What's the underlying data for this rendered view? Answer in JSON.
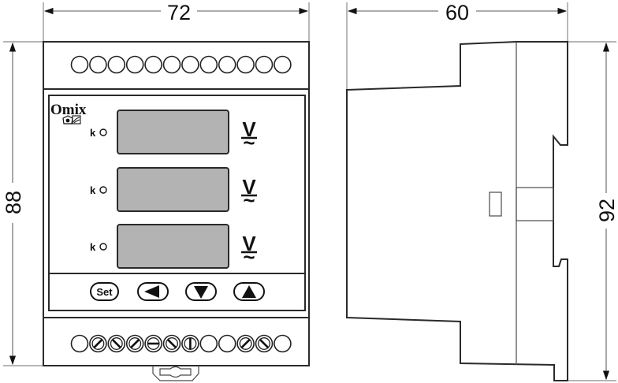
{
  "drawing": {
    "title": "Omix 3-channel voltmeter — dimensional drawing",
    "front_view": {
      "width_dim_label": "72",
      "height_dim_label": "88",
      "brand": "Omix",
      "cert_icons": [
        "ce-mark-icon",
        "eac-mark-icon"
      ],
      "channels": [
        {
          "indicator_label": "k",
          "unit": "V",
          "unit_sub": "~"
        },
        {
          "indicator_label": "k",
          "unit": "V",
          "unit_sub": "~"
        },
        {
          "indicator_label": "k",
          "unit": "V",
          "unit_sub": "~"
        }
      ],
      "buttons": [
        {
          "label": "Set",
          "icon": "set"
        },
        {
          "label": "",
          "icon": "arrow-left-icon"
        },
        {
          "label": "",
          "icon": "arrow-down-icon"
        },
        {
          "label": "",
          "icon": "arrow-up-icon"
        }
      ],
      "top_terminals": [
        "empty",
        "empty",
        "empty",
        "empty",
        "empty",
        "empty",
        "empty",
        "empty",
        "empty",
        "empty",
        "empty",
        "empty"
      ],
      "bottom_terminals": [
        "empty",
        "screw-45",
        "screw-135",
        "screw-45",
        "screw-0",
        "screw-135",
        "screw-90",
        "empty",
        "empty",
        "screw-45",
        "screw-135",
        "empty"
      ]
    },
    "side_view": {
      "depth_dim_label": "60",
      "height_dim_label": "92"
    },
    "colors": {
      "display_fill": "#b3b3b3",
      "line": "#2a2a2a",
      "dimension": "#7a7a7a"
    }
  }
}
